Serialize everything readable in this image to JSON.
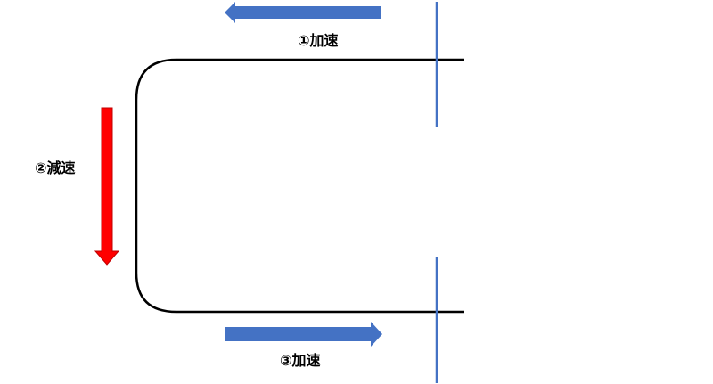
{
  "labels": {
    "step1": "①加速",
    "step2": "②減速",
    "step3": "③加速"
  },
  "colors": {
    "track": "#000000",
    "accelerate_arrow": "#4472c4",
    "decelerate_arrow": "#ff0000",
    "decelerate_arrow_edge": "#c00000",
    "marker_line": "#4472c4",
    "background": "#ffffff"
  }
}
